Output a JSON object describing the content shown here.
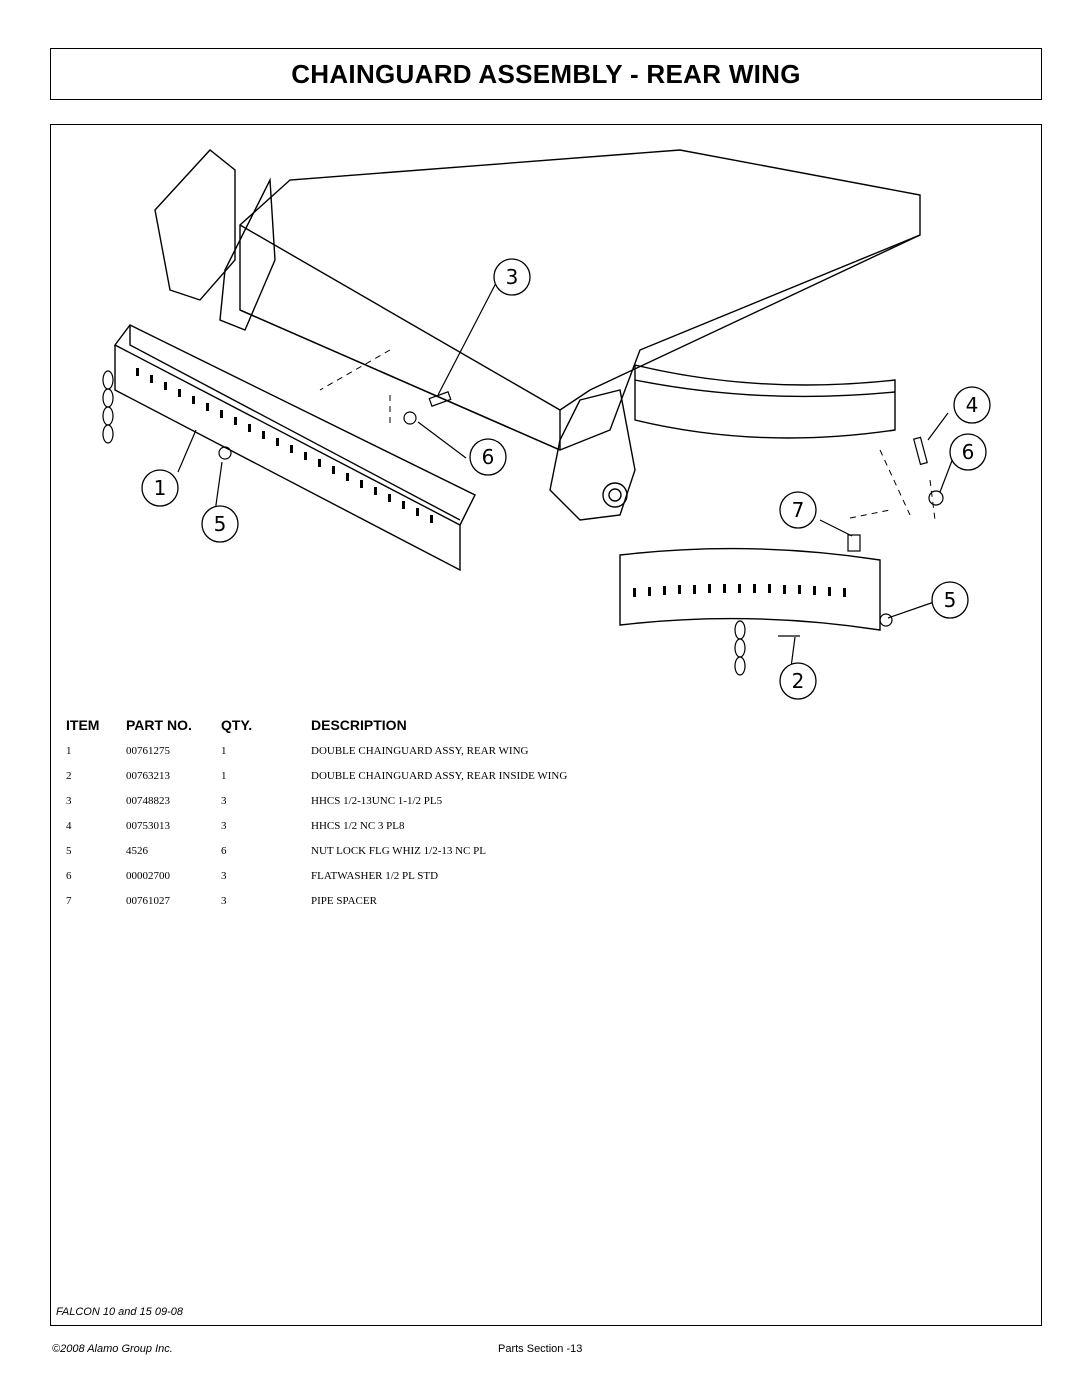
{
  "title": "CHAINGUARD ASSEMBLY - REAR WING",
  "callouts": [
    "1",
    "2",
    "3",
    "4",
    "5",
    "5",
    "6",
    "6",
    "7"
  ],
  "table": {
    "headers": {
      "item": "ITEM",
      "part_no": "PART NO.",
      "qty": "QTY.",
      "description": "DESCRIPTION"
    },
    "rows": [
      {
        "item": "1",
        "part_no": "00761275",
        "qty": "1",
        "description": "DOUBLE CHAINGUARD ASSY, REAR WING"
      },
      {
        "item": "2",
        "part_no": "00763213",
        "qty": "1",
        "description": "DOUBLE CHAINGUARD ASSY, REAR INSIDE WING"
      },
      {
        "item": "3",
        "part_no": "00748823",
        "qty": "3",
        "description": "HHCS 1/2-13UNC 1-1/2 PL5"
      },
      {
        "item": "4",
        "part_no": "00753013",
        "qty": "3",
        "description": "HHCS 1/2 NC 3 PL8"
      },
      {
        "item": "5",
        "part_no": "4526",
        "qty": "6",
        "description": "NUT LOCK FLG WHIZ 1/2-13 NC PL"
      },
      {
        "item": "6",
        "part_no": "00002700",
        "qty": "3",
        "description": "FLATWASHER 1/2 PL STD"
      },
      {
        "item": "7",
        "part_no": "00761027",
        "qty": "3",
        "description": "PIPE SPACER"
      }
    ]
  },
  "footer": {
    "model": "FALCON 10 and 15 09-08",
    "copyright": "©2008 Alamo Group Inc.",
    "page": "Parts Section -13"
  }
}
